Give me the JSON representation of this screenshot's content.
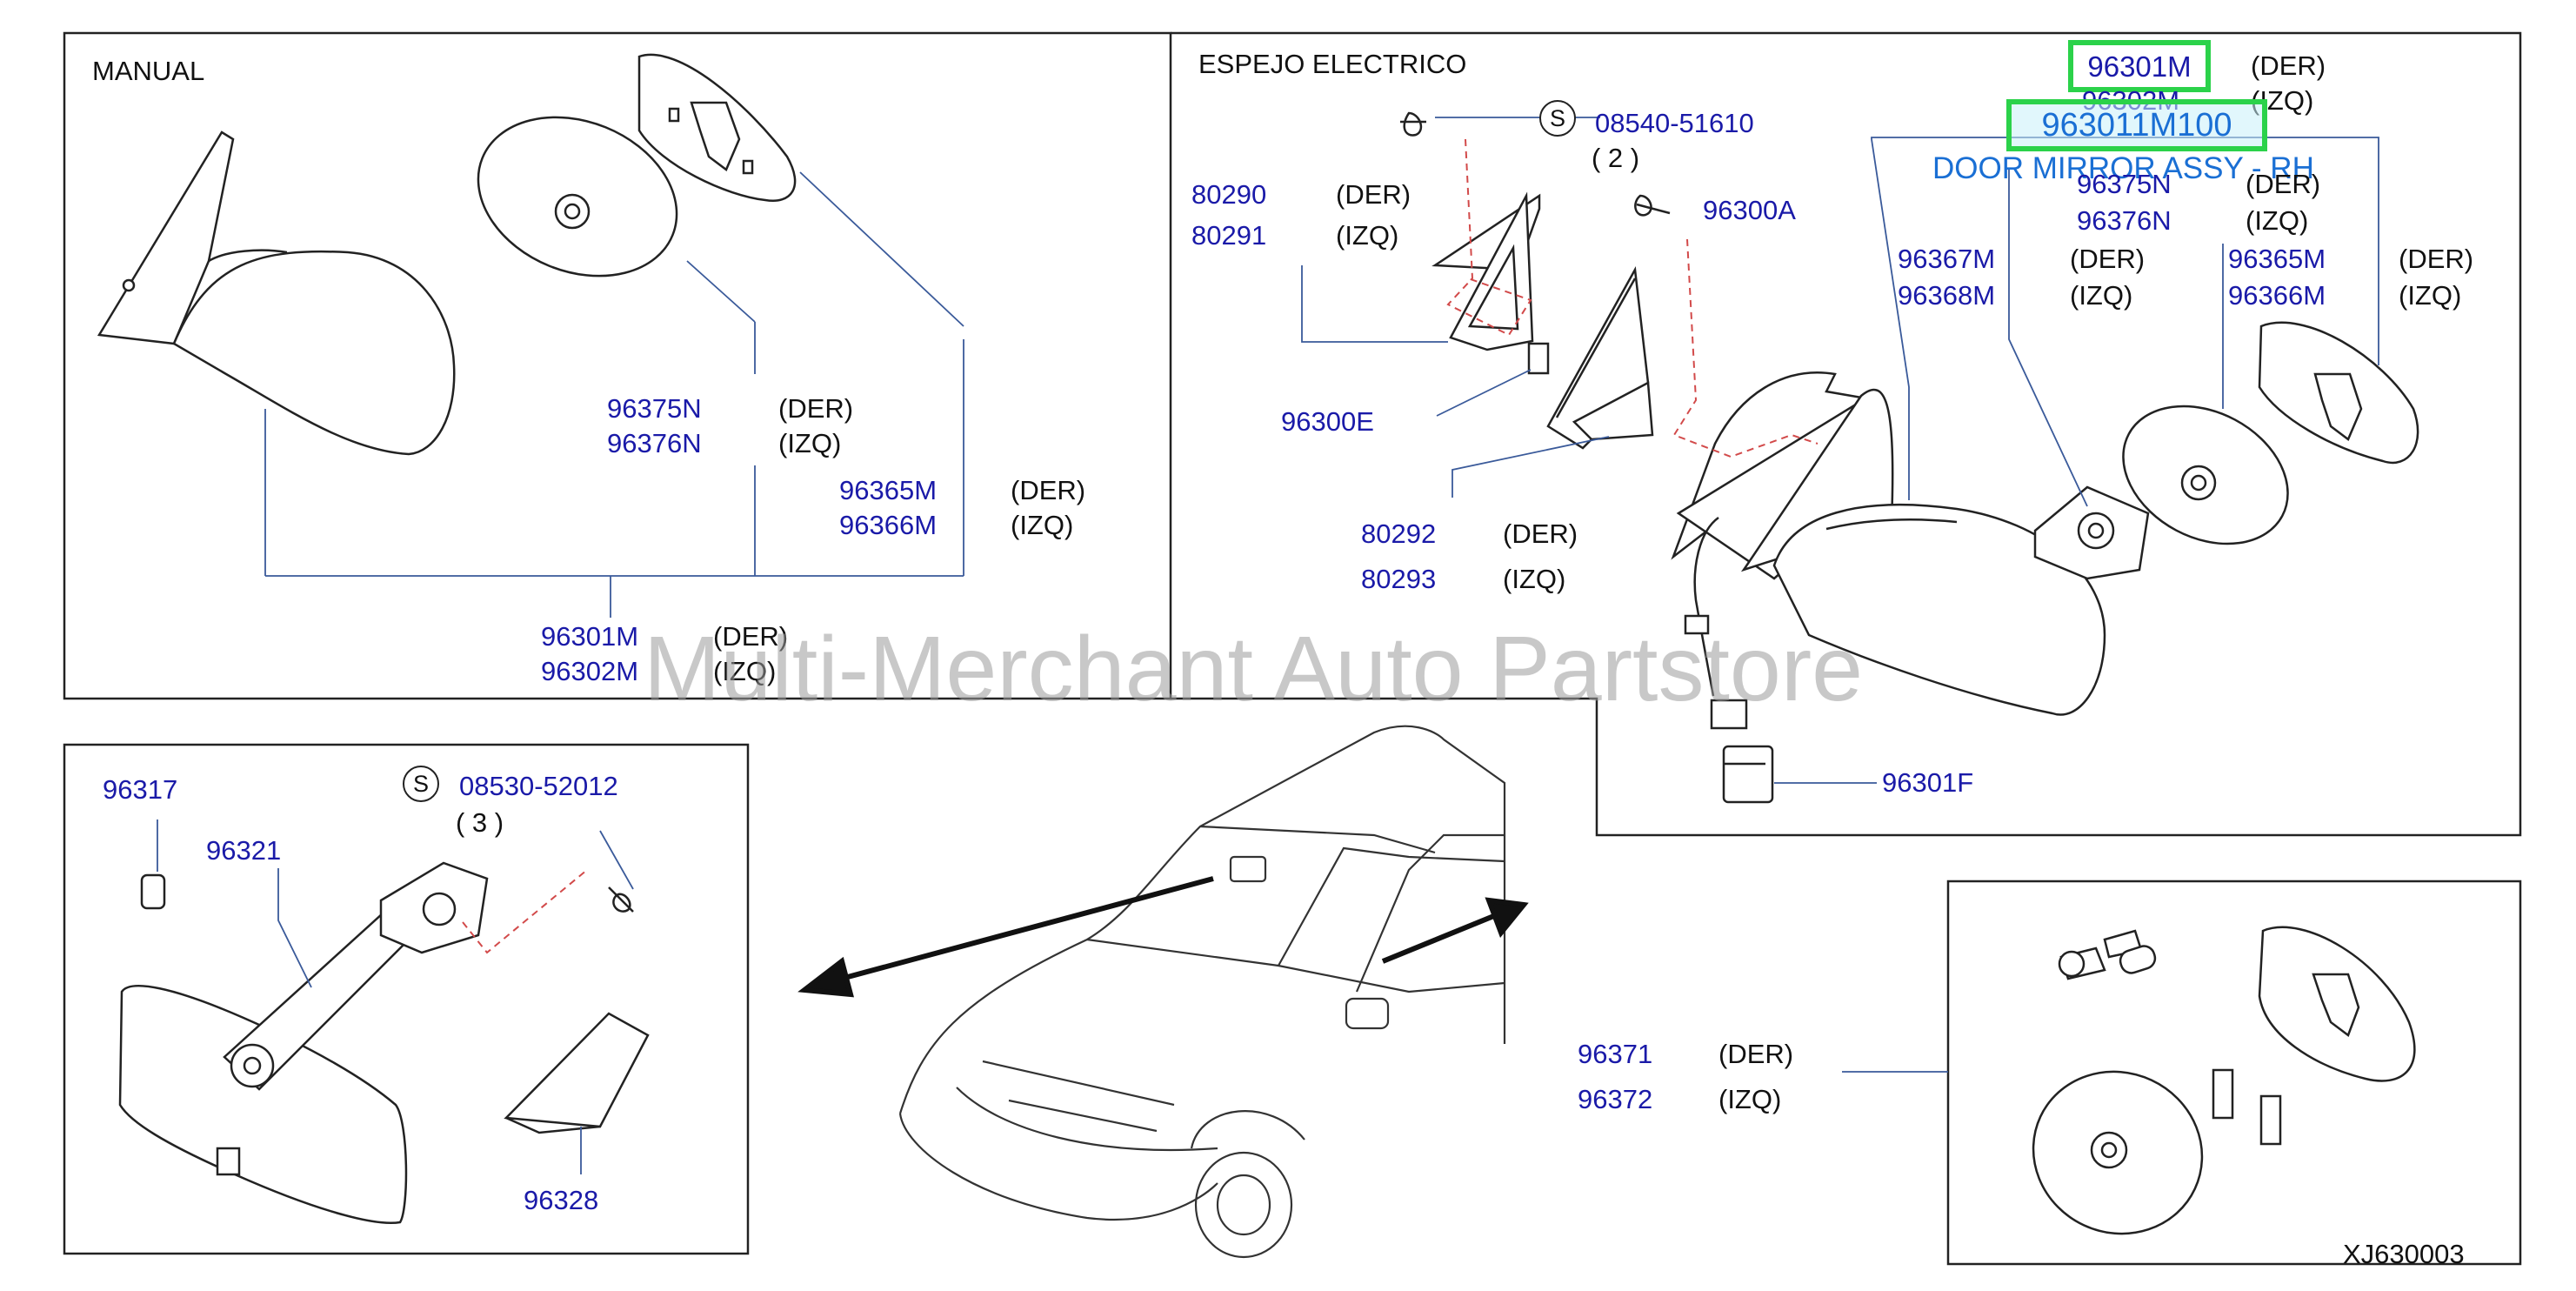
{
  "sections": {
    "manual": "MANUAL",
    "electric": "ESPEJO   ELECTRICO"
  },
  "highlight": {
    "selected_part": "96301M",
    "part_number": "963011M100",
    "description": "DOOR MIRROR ASSY - RH"
  },
  "sides": {
    "right": "(DER)",
    "left": "(IZQ)"
  },
  "manual_parts": {
    "glass": [
      "96365M",
      "96366M"
    ],
    "holder": [
      "96375N",
      "96376N"
    ],
    "assembly": [
      "96301M",
      "96302M"
    ]
  },
  "electric_parts": {
    "assembly": [
      "96301M",
      "96302M"
    ],
    "holder": [
      "96375N",
      "96376N"
    ],
    "actuator": [
      "96367M",
      "96368M"
    ],
    "glass": [
      "96365M",
      "96366M"
    ],
    "screw": "08540-51610",
    "screw_qty": "( 2 )",
    "bolt": "96300A",
    "cover": [
      "80290",
      "80291"
    ],
    "clip": "96300E",
    "finisher": [
      "80292",
      "80293"
    ],
    "connector": "96301F"
  },
  "inner_mirror_parts": {
    "cap": "96317",
    "mirror": "96321",
    "screw": "08530-52012",
    "screw_qty": "( 3 )",
    "cover": "96328"
  },
  "kit_parts": [
    "96371",
    "96372"
  ],
  "screw_symbol": "S",
  "diagram_code": "XJ630003",
  "watermark": "Multi-Merchant Auto Partstore"
}
